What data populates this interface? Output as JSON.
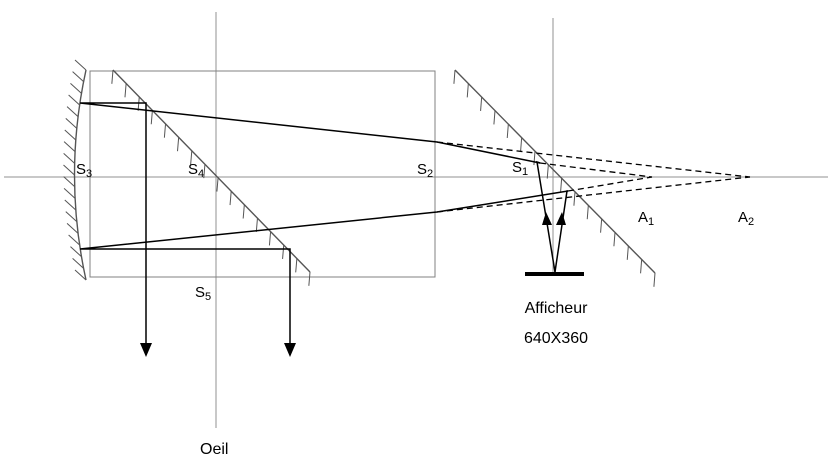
{
  "labels": {
    "s3": {
      "base": "S",
      "sub": "3"
    },
    "s4": {
      "base": "S",
      "sub": "4"
    },
    "s2": {
      "base": "S",
      "sub": "2"
    },
    "s1": {
      "base": "S",
      "sub": "1"
    },
    "s5": {
      "base": "S",
      "sub": "5"
    },
    "a1": {
      "base": "A",
      "sub": "1"
    },
    "a2": {
      "base": "A",
      "sub": "2"
    },
    "display_name": "Afficheur",
    "display_resolution": "640X360",
    "eye": "Oeil"
  },
  "colors": {
    "ink": "#000000",
    "frame": "#808080",
    "axis": "#909090",
    "mirror": "#555555"
  }
}
